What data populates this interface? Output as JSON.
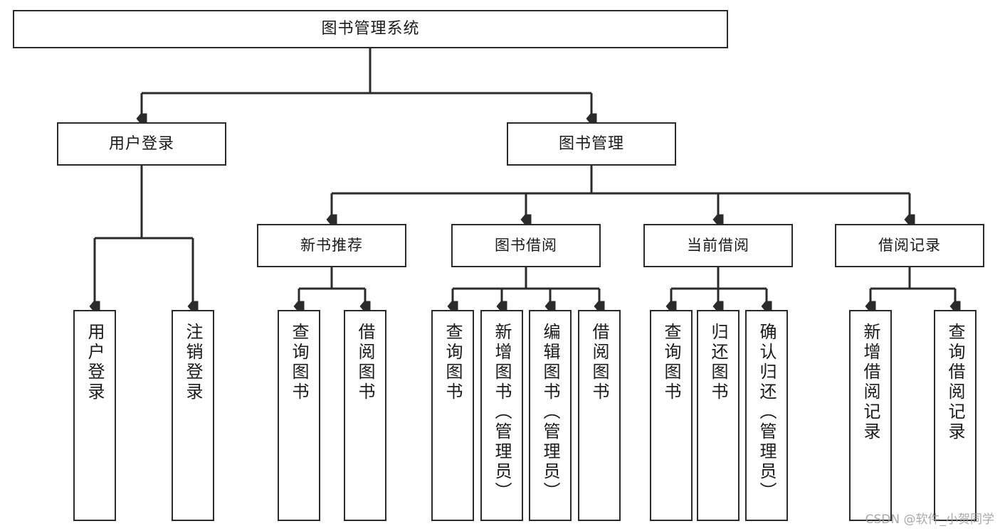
{
  "diagram": {
    "title": "图书管理系统",
    "type": "tree-structure-chart",
    "watermark": "CSDN @软件_小贺同学",
    "colors": {
      "stroke": "#2b2b2b",
      "fill": "#ffffff",
      "text": "#1a1a1a",
      "watermark": "#9b9b9b"
    }
  },
  "nodes": {
    "root": {
      "label": "图书管理系统"
    },
    "level1": [
      {
        "id": "user-login",
        "label": "用户登录"
      },
      {
        "id": "book-manage",
        "label": "图书管理"
      }
    ],
    "level2": [
      {
        "id": "new-book-rec",
        "label": "新书推荐"
      },
      {
        "id": "book-borrow",
        "label": "图书借阅"
      },
      {
        "id": "current-borrow",
        "label": "当前借阅"
      },
      {
        "id": "borrow-record",
        "label": "借阅记录"
      }
    ],
    "leaves": [
      {
        "id": "leaf-user-login",
        "label": "用户登录",
        "parent": "user-login"
      },
      {
        "id": "leaf-logout",
        "label": "注销登录",
        "parent": "user-login"
      },
      {
        "id": "leaf-query-book-1",
        "label": "查询图书",
        "parent": "new-book-rec"
      },
      {
        "id": "leaf-borrow-book-1",
        "label": "借阅图书",
        "parent": "new-book-rec"
      },
      {
        "id": "leaf-query-book-2",
        "label": "查询图书",
        "parent": "book-borrow"
      },
      {
        "id": "leaf-add-book",
        "label": "新增图书（管理员）",
        "parent": "book-borrow"
      },
      {
        "id": "leaf-edit-book",
        "label": "编辑图书（管理员）",
        "parent": "book-borrow"
      },
      {
        "id": "leaf-borrow-book-2",
        "label": "借阅图书",
        "parent": "book-borrow"
      },
      {
        "id": "leaf-query-book-3",
        "label": "查询图书",
        "parent": "current-borrow"
      },
      {
        "id": "leaf-return-book",
        "label": "归还图书",
        "parent": "current-borrow"
      },
      {
        "id": "leaf-confirm-return",
        "label": "确认归还（管理员）",
        "parent": "current-borrow"
      },
      {
        "id": "leaf-add-record",
        "label": "新增借阅记录",
        "parent": "borrow-record"
      },
      {
        "id": "leaf-query-record",
        "label": "查询借阅记录",
        "parent": "borrow-record"
      }
    ]
  }
}
